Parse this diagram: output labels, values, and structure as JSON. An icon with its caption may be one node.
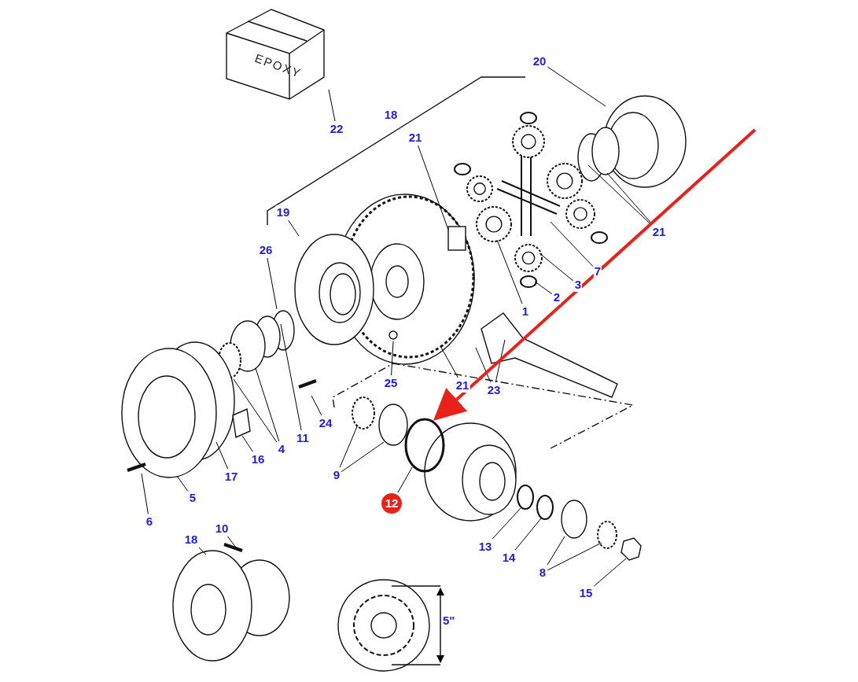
{
  "diagram": {
    "nodes": [
      {
        "text": [
          "20"
        ]
      },
      {
        "text": [
          "22"
        ]
      },
      {
        "text": [
          "18"
        ]
      },
      {
        "text": [
          "21"
        ]
      },
      {
        "text": [
          "21"
        ]
      },
      {
        "text": [
          "19"
        ]
      },
      {
        "text": [
          "26"
        ]
      },
      {
        "text": [
          "7"
        ]
      },
      {
        "text": [
          "3"
        ]
      },
      {
        "text": [
          "2"
        ]
      },
      {
        "text": [
          "1"
        ]
      },
      {
        "text": [
          "25"
        ]
      },
      {
        "text": [
          "21"
        ]
      },
      {
        "text": [
          "23"
        ]
      },
      {
        "text": [
          "24"
        ]
      },
      {
        "text": [
          "11"
        ]
      },
      {
        "text": [
          "4"
        ]
      },
      {
        "text": [
          "16"
        ]
      },
      {
        "text": [
          "17"
        ]
      },
      {
        "text": [
          "5"
        ]
      },
      {
        "text": [
          "6"
        ]
      },
      {
        "text": [
          "9"
        ]
      },
      {
        "text": [
          "12"
        ]
      },
      {
        "text": [],
        "shape": "circle"
      },
      {
        "text": [
          "13"
        ]
      },
      {
        "text": [
          "14"
        ]
      },
      {
        "text": [
          "8"
        ]
      },
      {
        "text": [
          "15"
        ]
      },
      {
        "text": [
          "10"
        ]
      },
      {
        "text": [
          "18"
        ]
      }
    ],
    "edges": [
      {
        "from": 0,
        "to": null,
        "arrow": "none"
      },
      {
        "from": 1,
        "to": null,
        "arrow": "none"
      },
      {
        "from": 3,
        "to": null,
        "arrow": "none"
      },
      {
        "from": 4,
        "to": null,
        "arrow": "none"
      },
      {
        "from": 4,
        "to": null,
        "arrow": "none"
      },
      {
        "from": 5,
        "to": null,
        "arrow": "none"
      },
      {
        "from": 6,
        "to": null,
        "arrow": "none"
      },
      {
        "from": 7,
        "to": null,
        "arrow": "none"
      },
      {
        "from": 8,
        "to": null,
        "arrow": "none"
      },
      {
        "from": 9,
        "to": null,
        "arrow": "none"
      },
      {
        "from": 10,
        "to": null,
        "arrow": "none"
      },
      {
        "from": 11,
        "to": null,
        "arrow": "none"
      },
      {
        "from": 12,
        "to": null,
        "arrow": "none"
      },
      {
        "from": 13,
        "to": null,
        "arrow": "none"
      },
      {
        "from": 13,
        "to": null,
        "arrow": "none"
      },
      {
        "from": 14,
        "to": null,
        "arrow": "none"
      },
      {
        "from": 15,
        "to": null,
        "arrow": "none"
      },
      {
        "from": 16,
        "to": null,
        "arrow": "none"
      },
      {
        "from": 16,
        "to": null,
        "arrow": "none"
      },
      {
        "from": 17,
        "to": null,
        "arrow": "none"
      },
      {
        "from": 18,
        "to": null,
        "arrow": "none"
      },
      {
        "from": 19,
        "to": null,
        "arrow": "none"
      },
      {
        "from": 20,
        "to": null,
        "arrow": "none"
      },
      {
        "from": 21,
        "to": null,
        "arrow": "none"
      },
      {
        "from": 21,
        "to": null,
        "arrow": "none"
      },
      {
        "from": 22,
        "to": 23,
        "arrow": "none"
      },
      {
        "from": null,
        "to": 23,
        "arrow": "to",
        "style": "thick",
        "color": "#e8211b"
      },
      {
        "from": 24,
        "to": null,
        "arrow": "none"
      },
      {
        "from": 25,
        "to": null,
        "arrow": "none"
      },
      {
        "from": 26,
        "to": null,
        "arrow": "none"
      },
      {
        "from": 26,
        "to": null,
        "arrow": "none"
      },
      {
        "from": 27,
        "to": null,
        "arrow": "none"
      },
      {
        "from": 28,
        "to": null,
        "arrow": "none"
      },
      {
        "from": 29,
        "to": null,
        "arrow": "none"
      }
    ],
    "labels": [
      "EPOXY",
      "5\""
    ]
  }
}
